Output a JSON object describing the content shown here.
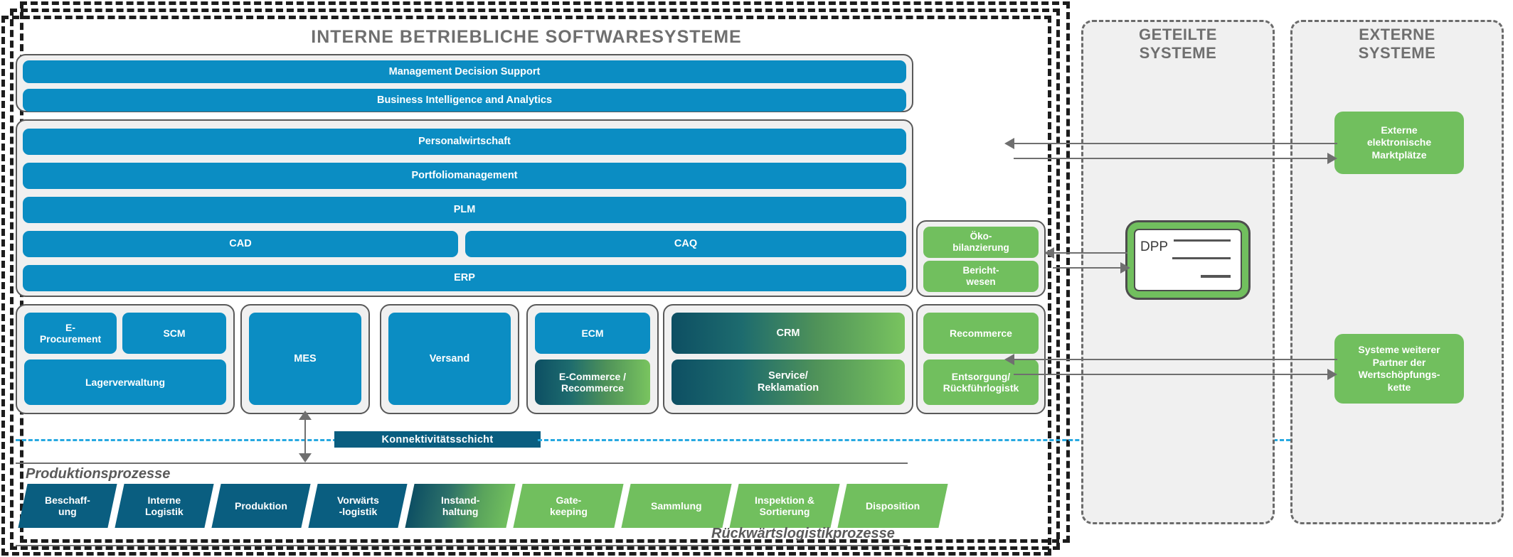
{
  "panels": {
    "internal_title": "INTERNE BETRIEBLICHE  SOFTWARESYSTEME",
    "shared_title_line1": "GETEILTE",
    "shared_title_line2": "SYSTEME",
    "external_title_line1": "EXTERNE",
    "external_title_line2": "SYSTEME"
  },
  "strategic": {
    "items": [
      {
        "label": "Management Decision Support"
      },
      {
        "label": "Business Intelligence and Analytics"
      }
    ]
  },
  "tactical": {
    "items": [
      {
        "label": "Personalwirtschaft"
      },
      {
        "label": "Portfoliomanagement"
      },
      {
        "label": "PLM"
      },
      {
        "label": "CAD"
      },
      {
        "label": "CAQ"
      },
      {
        "label": "ERP"
      }
    ]
  },
  "sustainability_upper": {
    "items": [
      {
        "label": "Öko-\nbilanzierung"
      },
      {
        "label": "Bericht-\nwesen"
      }
    ]
  },
  "operational": {
    "procurement_group": [
      {
        "label": "E-\nProcurement"
      },
      {
        "label": "SCM"
      },
      {
        "label": "Lagerverwaltung"
      }
    ],
    "mes": {
      "label": "MES"
    },
    "versand": {
      "label": "Versand"
    },
    "ecm_group": [
      {
        "label": "ECM"
      },
      {
        "label": "E-Commerce /\nRecommerce"
      }
    ],
    "crm_group": [
      {
        "label": "CRM"
      },
      {
        "label": "Service/\nReklamation"
      }
    ],
    "circular_group": [
      {
        "label": "Recommerce"
      },
      {
        "label": "Entsorgung/\nRückführlogistk"
      }
    ]
  },
  "connectivity": {
    "label": "Konnektivitätsschicht"
  },
  "process_labels": {
    "forward": "Produktionsprozesse",
    "reverse": "Rückwärtslogistikprozesse"
  },
  "processes": [
    {
      "label": "Beschaff-\nung",
      "style": "blue"
    },
    {
      "label": "Interne\nLogistik",
      "style": "blue"
    },
    {
      "label": "Produktion",
      "style": "blue"
    },
    {
      "label": "Vorwärts\n-logistik",
      "style": "blue"
    },
    {
      "label": "Instand-\nhaltung",
      "style": "grad"
    },
    {
      "label": "Gate-\nkeeping",
      "style": "green"
    },
    {
      "label": "Sammlung",
      "style": "green"
    },
    {
      "label": "Inspektion &\nSortierung",
      "style": "green"
    },
    {
      "label": "Disposition",
      "style": "green"
    }
  ],
  "shared": {
    "dpp_label": "DPP"
  },
  "external": {
    "boxes": [
      {
        "label": "Externe\nelektronische\nMarktplätze"
      },
      {
        "label": "Systeme weiterer\nPartner der\nWertschöpfungs-\nkette"
      }
    ]
  },
  "colors": {
    "blue": "#0b8dc3",
    "dark_blue": "#0a5e80",
    "green": "#71bf5e",
    "teal": "#0d4f63",
    "grey_text": "#6f6f6f",
    "panel_bg": "#f0f0f0",
    "accent_dashed": "#27a9e1"
  }
}
